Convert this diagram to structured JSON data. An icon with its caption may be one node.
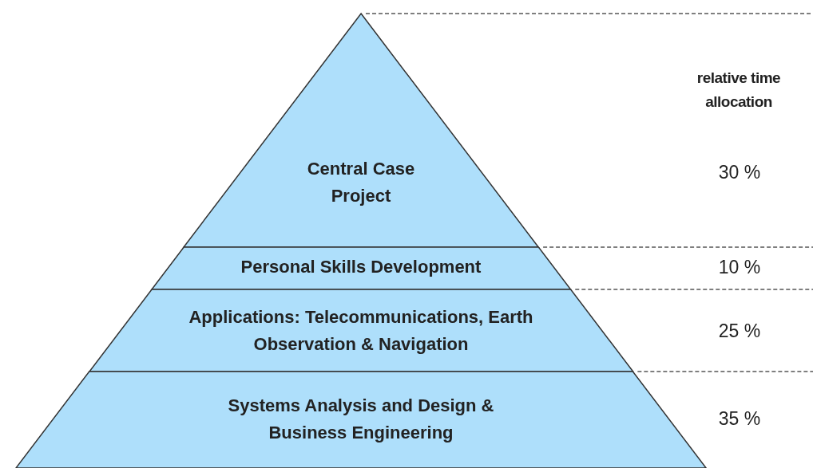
{
  "diagram": {
    "nodes": [
      {
        "text": [
          "Central Case Project"
        ]
      },
      {
        "text": [
          "Personal Skills Development"
        ]
      },
      {
        "text": [
          "Applications: Telecommunications, Earth Observation & Navigation"
        ]
      },
      {
        "text": [
          "Systems Analysis and Design & Business Engineering"
        ]
      }
    ],
    "labels": [
      "relative time allocation",
      "30 %",
      "10 %",
      "25 %",
      "35 %"
    ]
  }
}
